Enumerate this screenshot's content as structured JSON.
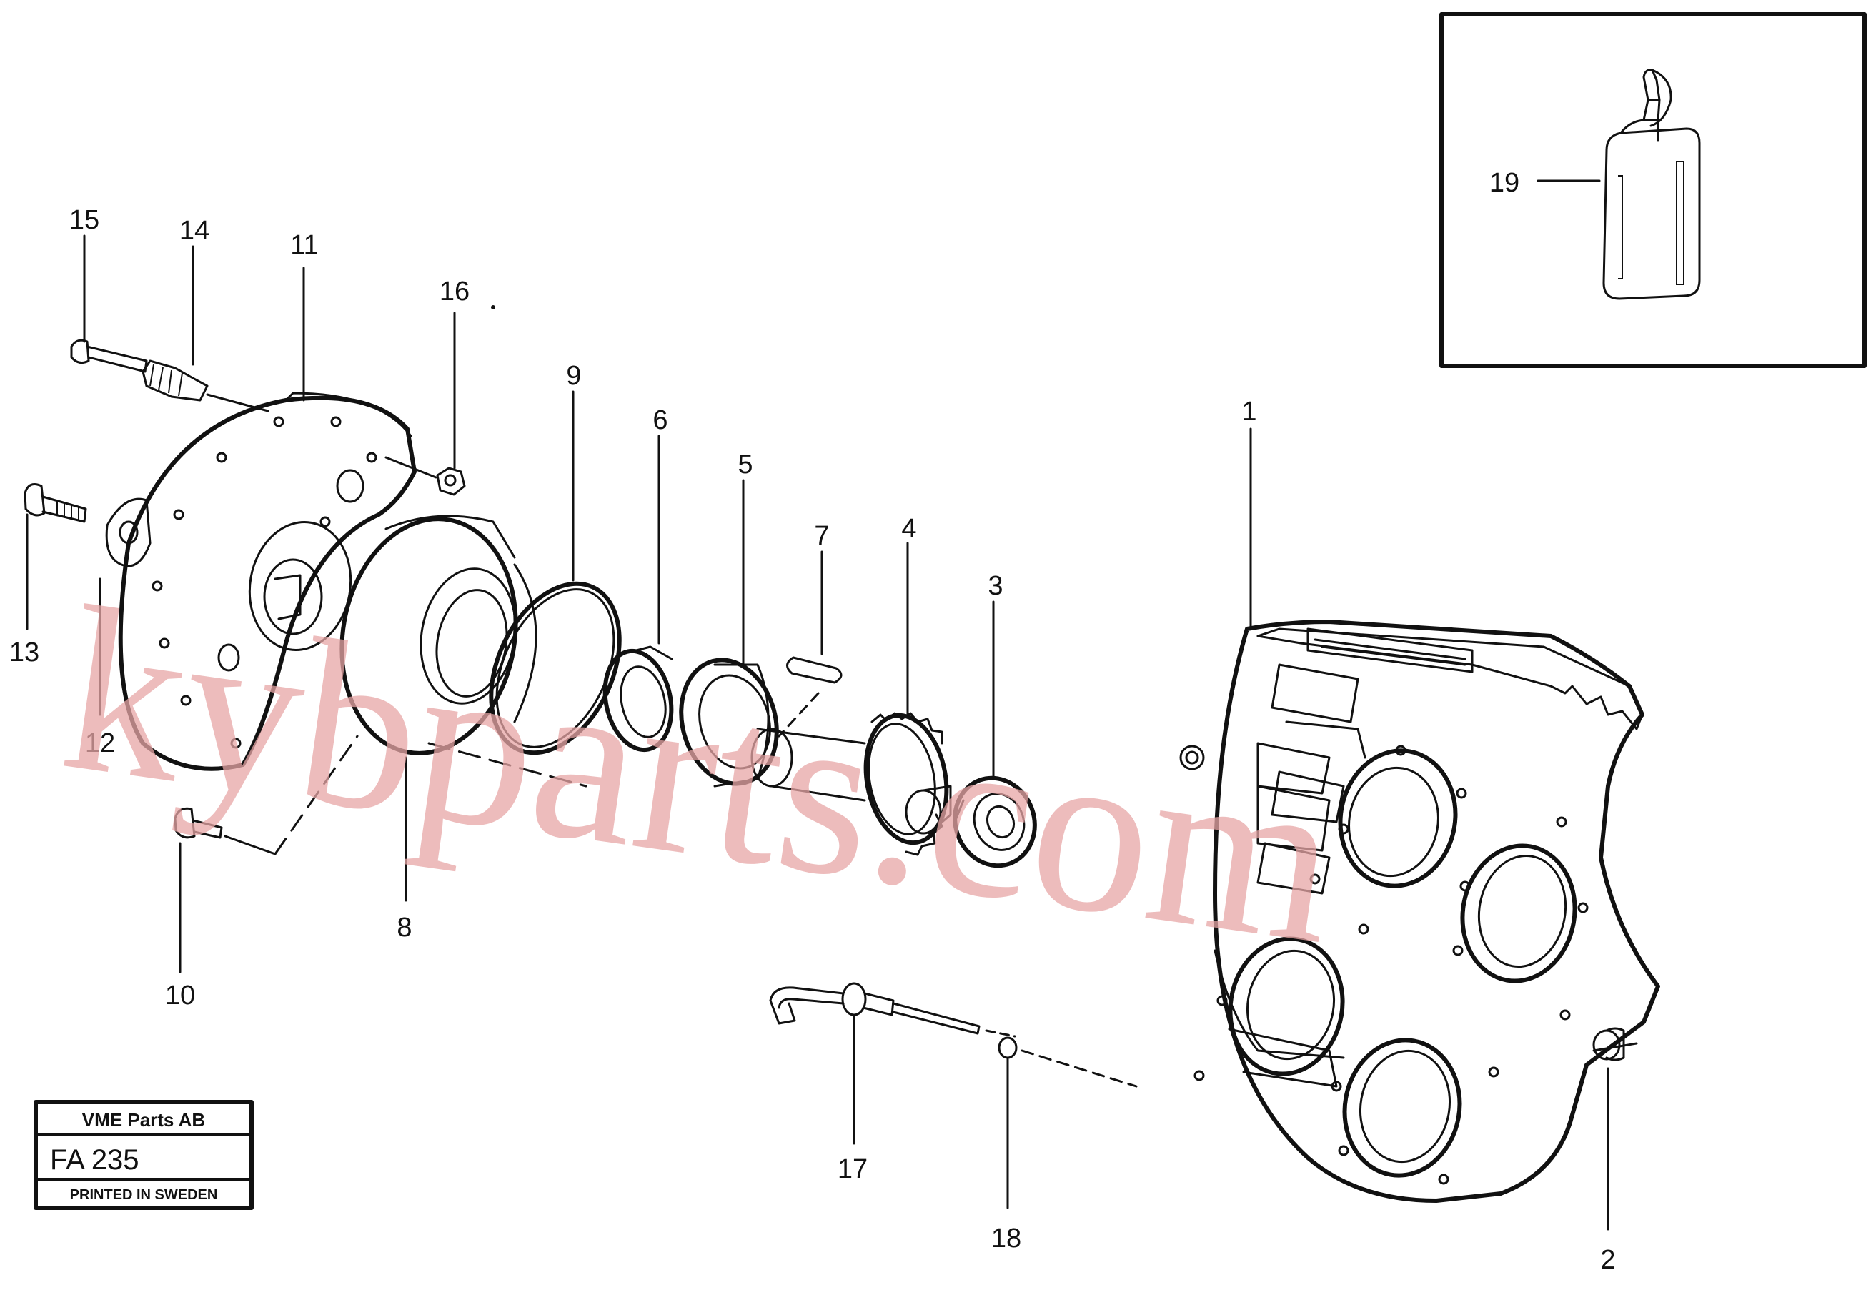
{
  "diagram": {
    "callouts": [
      "1",
      "2",
      "3",
      "4",
      "5",
      "6",
      "7",
      "8",
      "9",
      "10",
      "11",
      "12",
      "13",
      "14",
      "15",
      "16",
      "17",
      "18",
      "19"
    ],
    "watermark": "kybparts.com"
  },
  "title_block": {
    "company": "VME Parts AB",
    "code": "FA 235",
    "printed": "PRINTED IN SWEDEN"
  }
}
